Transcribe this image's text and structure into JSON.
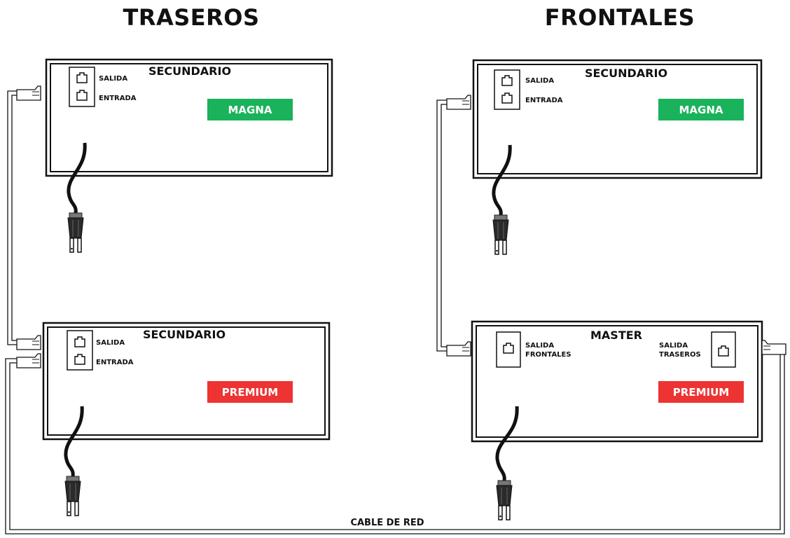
{
  "headings": {
    "left": "TRASEROS",
    "right": "FRONTALES"
  },
  "colors": {
    "magna": "#1ab25a",
    "premium": "#ee3333",
    "outline": "#111111"
  },
  "units": [
    {
      "id": "traseros-secundario-top",
      "title": "SECUNDARIO",
      "ports": [
        "SALIDA",
        "ENTRADA"
      ],
      "badge": "MAGNA",
      "badge_color": "magna"
    },
    {
      "id": "traseros-secundario-bottom",
      "title": "SECUNDARIO",
      "ports": [
        "SALIDA",
        "ENTRADA"
      ],
      "badge": "PREMIUM",
      "badge_color": "premium"
    },
    {
      "id": "frontales-secundario-top",
      "title": "SECUNDARIO",
      "ports": [
        "SALIDA",
        "ENTRADA"
      ],
      "badge": "MAGNA",
      "badge_color": "magna"
    },
    {
      "id": "frontales-master",
      "title": "MASTER",
      "ports": [
        "SALIDA\nFRONTALES",
        "SALIDA\nTRASEROS"
      ],
      "badge": "PREMIUM",
      "badge_color": "premium"
    }
  ],
  "cable_label": "CABLE DE RED"
}
